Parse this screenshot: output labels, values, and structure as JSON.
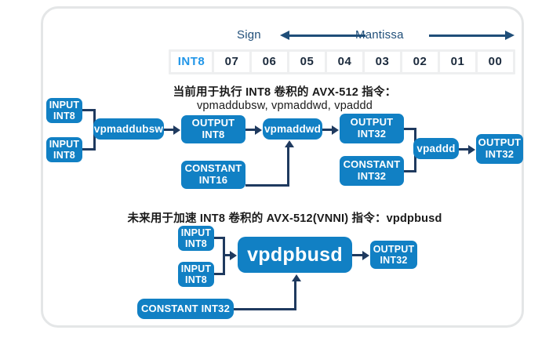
{
  "ruler": {
    "sign_label": "Sign",
    "mantissa_label": "Mantissa",
    "cells": [
      "INT8",
      "07",
      "06",
      "05",
      "04",
      "03",
      "02",
      "01",
      "00"
    ],
    "head_color": "#2196e8",
    "digit_color": "#1b2a3c"
  },
  "captions": {
    "current_title": "当前用于执行 INT8 卷积的 AVX-512 指令：",
    "current_instructions": "vpmaddubsw, vpmaddwd, vpaddd",
    "future_title": "未来用于加速 INT8 卷积的 AVX-512(VNNI) 指令：vpdpbusd"
  },
  "flow_current": {
    "input_a": {
      "l1": "INPUT",
      "l2": "INT8"
    },
    "input_b": {
      "l1": "INPUT",
      "l2": "INT8"
    },
    "op_vpmaddubsw": "vpmaddubsw",
    "output_int8": {
      "l1": "OUTPUT",
      "l2": "INT8"
    },
    "constant_int16": {
      "l1": "CONSTANT",
      "l2": "INT16"
    },
    "op_vpmaddwd": "vpmaddwd",
    "output_int32_a": {
      "l1": "OUTPUT",
      "l2": "INT32"
    },
    "constant_int32": {
      "l1": "CONSTANT",
      "l2": "INT32"
    },
    "op_vpaddd": "vpaddd",
    "output_int32_final": {
      "l1": "OUTPUT",
      "l2": "INT32"
    }
  },
  "flow_vnni": {
    "input_a": {
      "l1": "INPUT",
      "l2": "INT8"
    },
    "input_b": {
      "l1": "INPUT",
      "l2": "INT8"
    },
    "constant_int32": "CONSTANT INT32",
    "op_vpdpbusd": "vpdpbusd",
    "output_int32": {
      "l1": "OUTPUT",
      "l2": "INT32"
    }
  },
  "colors": {
    "box_blue": "#1180c4",
    "connector_navy": "#1f3a5f",
    "label_navy": "#1f4e79",
    "card_border": "#e4e6e7",
    "bitbar_bg": "#eeeff0"
  }
}
